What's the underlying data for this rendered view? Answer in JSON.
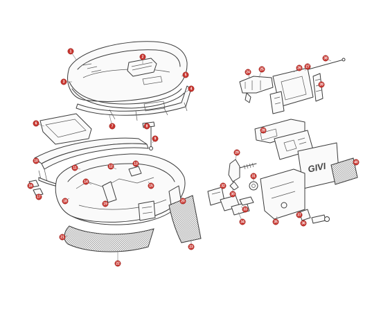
{
  "diagram": {
    "brand_logo_text": "GIVI",
    "callouts": [
      "1",
      "2",
      "3",
      "4",
      "5",
      "6",
      "7",
      "8",
      "9",
      "10",
      "11",
      "12",
      "13",
      "14",
      "15",
      "16",
      "17",
      "18",
      "19",
      "20",
      "21",
      "22",
      "23",
      "24",
      "25",
      "26",
      "27",
      "28",
      "29",
      "30",
      "31",
      "32",
      "33",
      "34",
      "35",
      "36",
      "37",
      "38",
      "39",
      "40"
    ]
  },
  "colors": {
    "callout_fill": "#c8352f",
    "line": "#3a3a3a",
    "background": "#ffffff"
  }
}
